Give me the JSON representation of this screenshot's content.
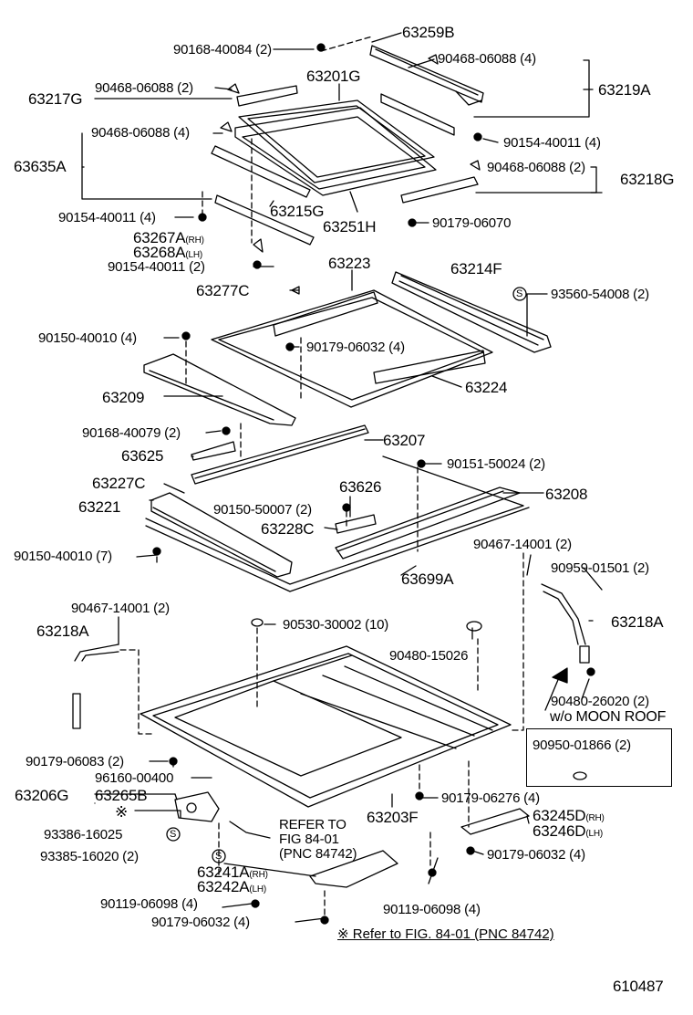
{
  "diagram_id": "610487",
  "footnote": "※ Refer to FIG. 84-01 (PNC 84742)",
  "refer_note": {
    "line1": "REFER TO",
    "line2": "FIG 84-01",
    "line3": "(PNC 84742)"
  },
  "variant_note": "w/o MOON ROOF",
  "parts": {
    "p_90168_40084": "90168-40084 (2)",
    "p_63259B": "63259B",
    "p_90468_06088_4a": "90468-06088 (4)",
    "p_63201G": "63201G",
    "p_63217G": "63217G",
    "p_90468_06088_2a": "90468-06088 (2)",
    "p_63219A": "63219A",
    "p_90468_06088_4b": "90468-06088 (4)",
    "p_90154_40011_4a": "90154-40011 (4)",
    "p_63635A": "63635A",
    "p_90468_06088_2b": "90468-06088 (2)",
    "p_63218G": "63218G",
    "p_90154_40011_4b": "90154-40011 (4)",
    "p_63215G": "63215G",
    "p_63251H": "63251H",
    "p_90179_06070": "90179-06070",
    "p_63267A": "63267A",
    "p_63267A_side": "(RH)",
    "p_63268A": "63268A",
    "p_63268A_side": "(LH)",
    "p_90154_40011_2": "90154-40011 (2)",
    "p_63223": "63223",
    "p_63214F": "63214F",
    "p_63277C": "63277C",
    "p_93560_54008": "93560-54008 (2)",
    "p_90150_40010_4": "90150-40010 (4)",
    "p_90179_06032_4a": "90179-06032 (4)",
    "p_63209": "63209",
    "p_63224": "63224",
    "p_90168_40079": "90168-40079 (2)",
    "p_63207": "63207",
    "p_63625": "63625",
    "p_90151_50024": "90151-50024 (2)",
    "p_63227C": "63227C",
    "p_63626": "63626",
    "p_63208": "63208",
    "p_63221": "63221",
    "p_90150_50007": "90150-50007 (2)",
    "p_63228C": "63228C",
    "p_90467_14001_2a": "90467-14001 (2)",
    "p_90150_40010_7": "90150-40010 (7)",
    "p_63699A": "63699A",
    "p_90959_01501": "90959-01501 (2)",
    "p_90467_14001_2b": "90467-14001 (2)",
    "p_63218A_left": "63218A",
    "p_90530_30002": "90530-30002 (10)",
    "p_63218A_right": "63218A",
    "p_90480_15026": "90480-15026",
    "p_90480_26020": "90480-26020 (2)",
    "p_90179_06083": "90179-06083 (2)",
    "p_90950_01866": "90950-01866 (2)",
    "p_96160_00400": "96160-00400",
    "p_63206G": "63206G",
    "p_63265B": "63265B",
    "p_ref_mark": "※",
    "p_90179_06276": "90179-06276 (4)",
    "p_63203F": "63203F",
    "p_63245D": "63245D",
    "p_63245D_side": "(RH)",
    "p_63246D": "63246D",
    "p_63246D_side": "(LH)",
    "p_93386_16025": "93386-16025",
    "p_93385_16020": "93385-16020 (2)",
    "p_90179_06032_4b": "90179-06032 (4)",
    "p_63241A": "63241A",
    "p_63241A_side": "(RH)",
    "p_63242A": "63242A",
    "p_63242A_side": "(LH)",
    "p_90119_06098_4a": "90119-06098 (4)",
    "p_90119_06098_4b": "90119-06098 (4)",
    "p_90179_06032_4c": "90179-06032 (4)",
    "s_mark": "S"
  }
}
